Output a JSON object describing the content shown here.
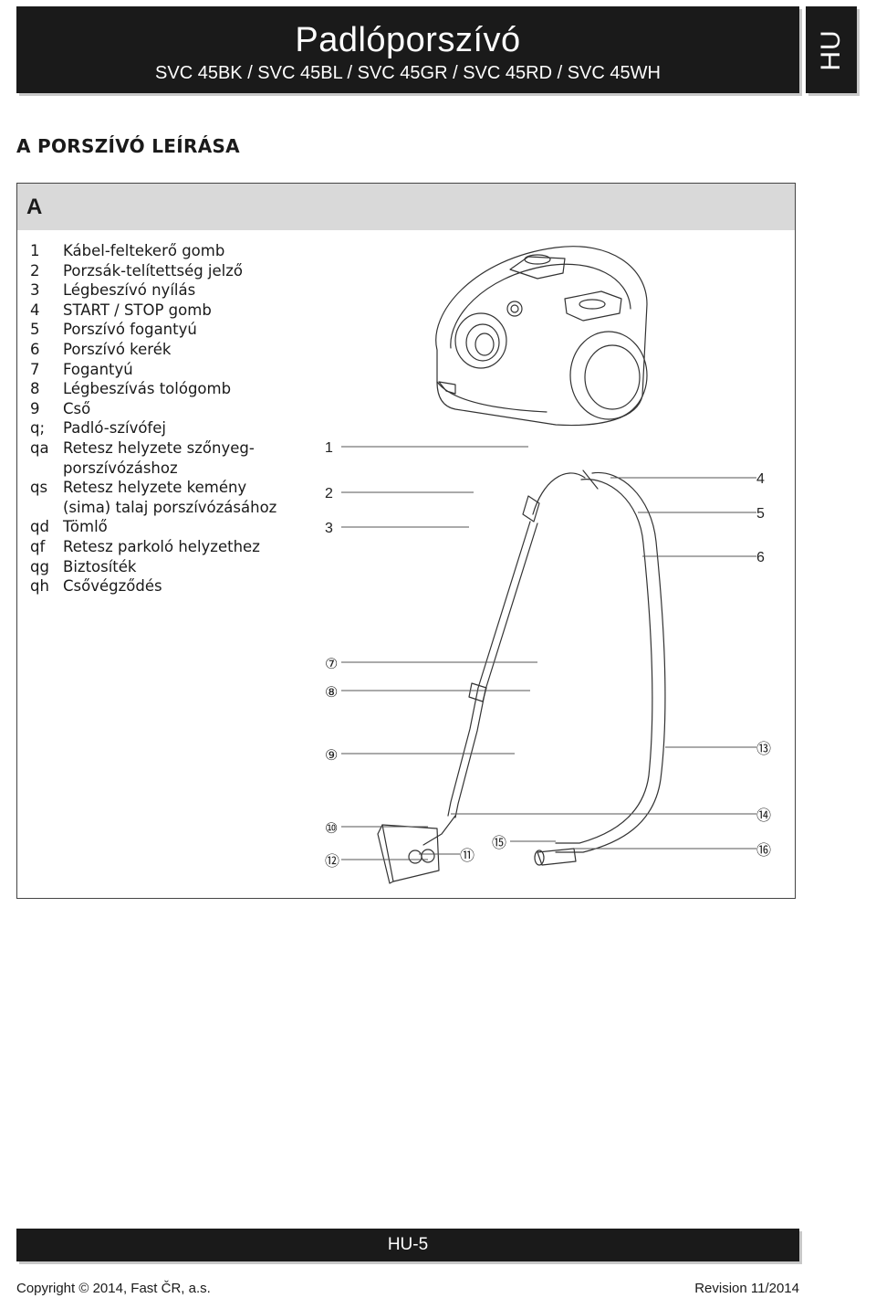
{
  "header": {
    "title": "Padlóporszívó",
    "models": "SVC 45BK / SVC 45BL / SVC 45GR / SVC 45RD / SVC 45WH",
    "language": "HU"
  },
  "section": {
    "title": "A PORSZÍVÓ LEÍRÁSA"
  },
  "panel": {
    "label": "A",
    "parts": [
      {
        "num": "1",
        "text": "Kábel-feltekerő gomb"
      },
      {
        "num": "2",
        "text": "Porzsák-telítettség jelző"
      },
      {
        "num": "3",
        "text": "Légbeszívó nyílás"
      },
      {
        "num": "4",
        "text": "START / STOP gomb"
      },
      {
        "num": "5",
        "text": "Porszívó fogantyú"
      },
      {
        "num": "6",
        "text": "Porszívó kerék"
      },
      {
        "num": "7",
        "text": "Fogantyú"
      },
      {
        "num": "8",
        "text": "Légbeszívás tológomb"
      },
      {
        "num": "9",
        "text": "Cső"
      },
      {
        "num": "q;",
        "text": "Padló-szívófej"
      },
      {
        "num": "qa",
        "text": "Retesz helyzete szőnyeg-"
      },
      {
        "num": "",
        "text": "porszívózáshoz"
      },
      {
        "num": "qs",
        "text": "Retesz helyzete kemény"
      },
      {
        "num": "",
        "text": "(sima) talaj porszívózásához"
      },
      {
        "num": "qd",
        "text": "Tömlő"
      },
      {
        "num": "qf",
        "text": "Retesz parkoló helyzethez"
      },
      {
        "num": "qg",
        "text": "Biztosíték"
      },
      {
        "num": "qh",
        "text": "Csővégződés"
      }
    ],
    "callouts": [
      "1",
      "2",
      "3",
      "4",
      "5",
      "6",
      "⑦",
      "⑧",
      "⑨",
      "⑩",
      "⑪",
      "⑫",
      "⑬",
      "⑭",
      "⑮",
      "⑯"
    ]
  },
  "footer": {
    "page": "HU-5",
    "copyright": "Copyright © 2014, Fast ČR, a.s.",
    "revision": "Revision 11/2014"
  }
}
